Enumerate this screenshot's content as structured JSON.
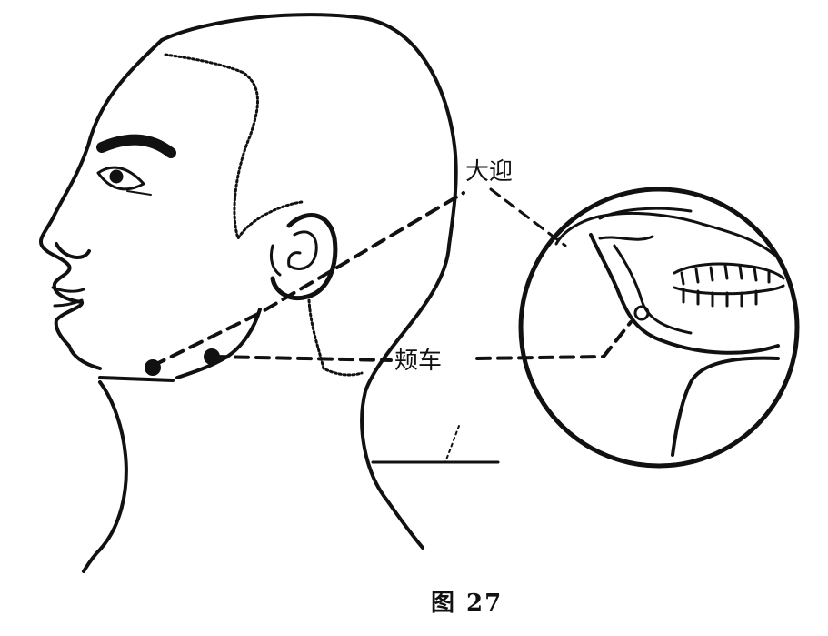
{
  "labels": {
    "point_upper": "大迎",
    "point_lower": "颊车"
  },
  "caption": "图 27",
  "colors": {
    "ink": "#111111",
    "paper": "#ffffff"
  }
}
